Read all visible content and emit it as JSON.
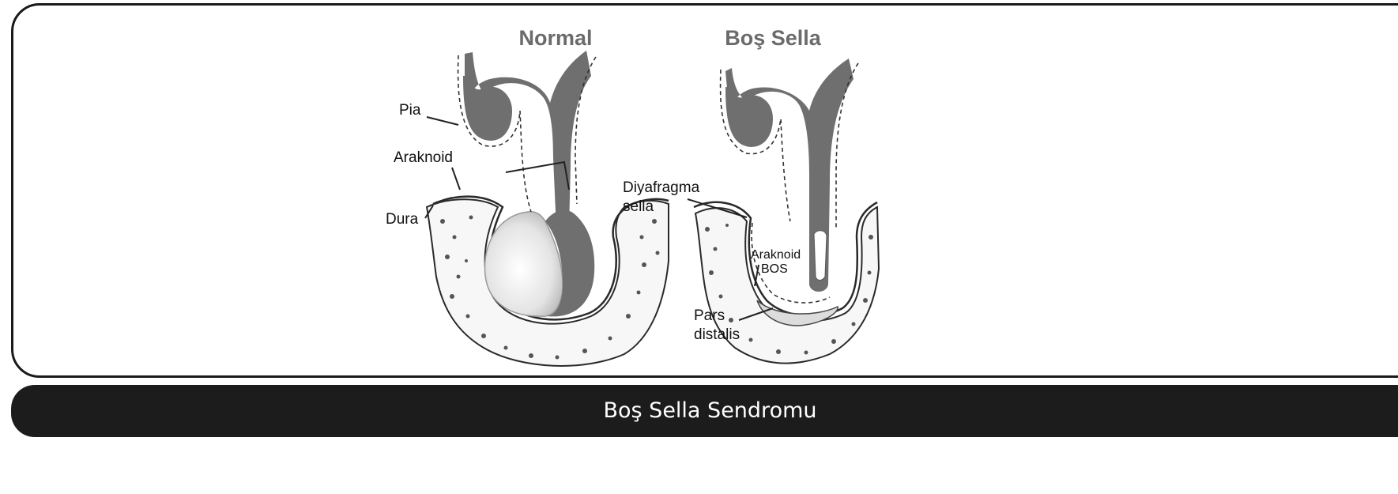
{
  "figure": {
    "panels": [
      {
        "title": "Normal",
        "labels": [
          "Pia",
          "Araknoid",
          "Dura"
        ]
      },
      {
        "title": "Boş Sella",
        "labels": [
          "Diyafragma",
          "sella",
          "Araknoid",
          "BOS",
          "Pars",
          "distalis"
        ]
      }
    ]
  },
  "caption": "Boş Sella Sendromu",
  "colors": {
    "frame_border": "#1a1a1a",
    "caption_bg": "#1c1c1c",
    "caption_text": "#ffffff",
    "brain_tissue": "#6f6f6f",
    "title_text": "#6b6b6b"
  }
}
